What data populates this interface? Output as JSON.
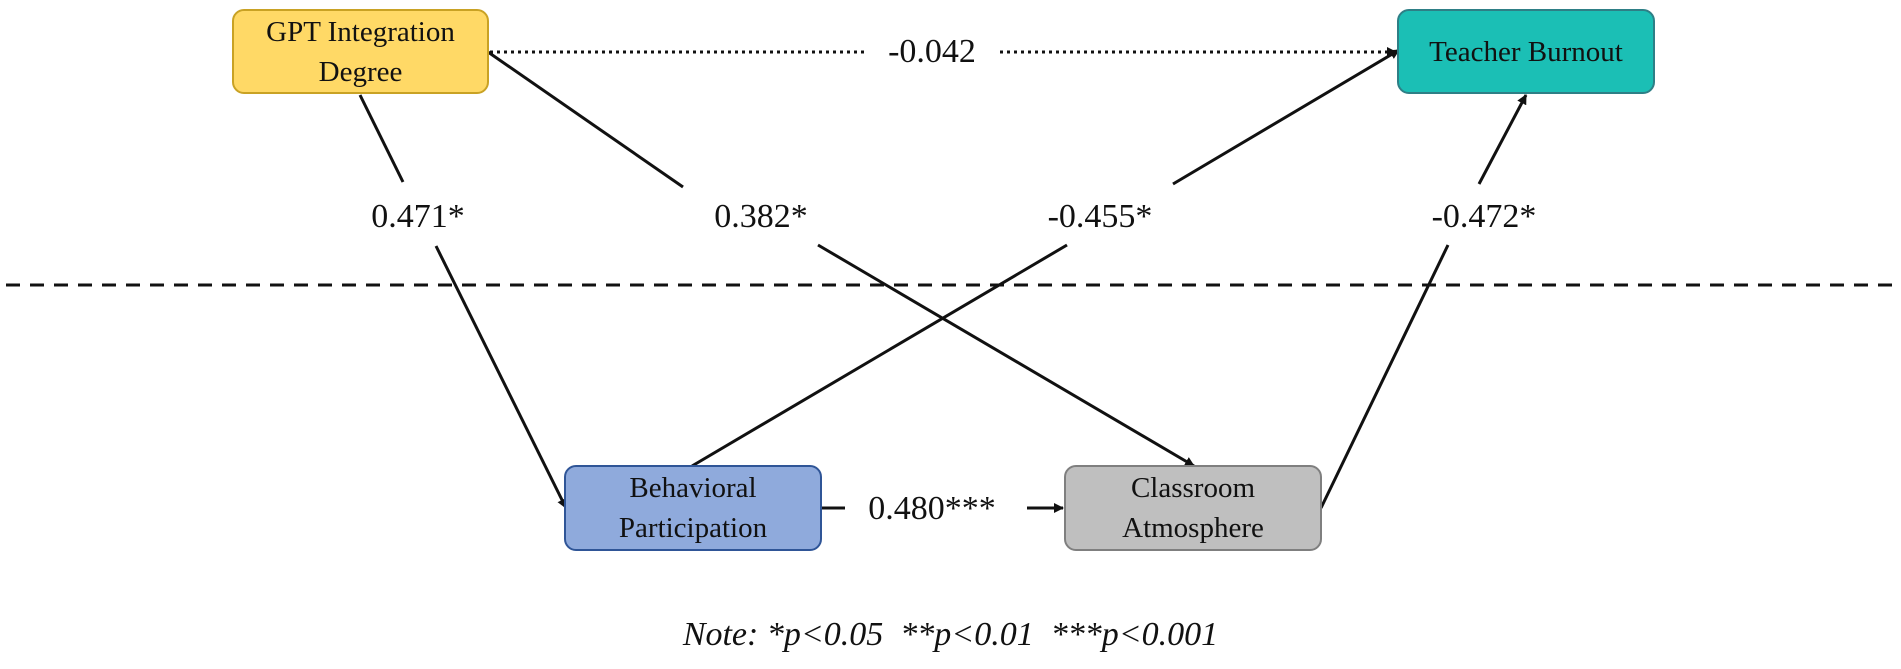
{
  "nodes": {
    "gpt": {
      "label": "GPT Integration Degree",
      "fill": "#FFD966",
      "border": "#C9A224"
    },
    "burnout": {
      "label": "Teacher Burnout",
      "fill": "#1BBFB5",
      "border": "#2E7F86"
    },
    "behavioral": {
      "label": "Behavioral Participation",
      "fill": "#8FAADC",
      "border": "#2F5597"
    },
    "classroom": {
      "label": "Classroom Atmosphere",
      "fill": "#BFBFBF",
      "border": "#7F7F7F"
    }
  },
  "edges": {
    "gpt_burnout": "-0.042",
    "gpt_behavioral": "0.471*",
    "gpt_classroom": "0.382*",
    "behavioral_burnout": "-0.455*",
    "classroom_burnout": "-0.472*",
    "behavioral_classroom": "0.480***"
  },
  "note": "Note: *p<0.05  **p<0.01  ***p<0.001"
}
